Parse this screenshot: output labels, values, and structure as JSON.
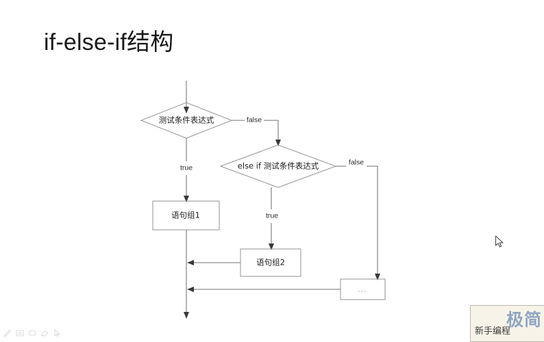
{
  "slide": {
    "title": "if-else-if结构",
    "background_color": "#ffffff"
  },
  "flowchart": {
    "start_arrow_label": "",
    "nodes": [
      {
        "id": "cond1",
        "type": "diamond",
        "label": "测试条件表达式"
      },
      {
        "id": "cond2",
        "type": "diamond",
        "label": "else if 测试条件表达式"
      },
      {
        "id": "stmt1",
        "type": "process",
        "label": "语句组1"
      },
      {
        "id": "stmt2",
        "type": "process",
        "label": "语句组2"
      },
      {
        "id": "more",
        "type": "process",
        "label": "..."
      }
    ],
    "edge_labels": {
      "cond1_false": "false",
      "cond1_true": "true",
      "cond2_false": "false",
      "cond2_true": "true"
    },
    "colors": {
      "shape_stroke": "#9a9a9a",
      "connector": "#8c8c8c",
      "arrowhead": "#3a3a3a",
      "text": "#1c1c1c"
    }
  },
  "watermark": {
    "logo": "极简",
    "subtitle": "新手编程",
    "background_color": "#f7f3e8",
    "logo_color": "#8fa6c4"
  },
  "ink_toolbar": {
    "tools": [
      {
        "name": "pen-icon"
      },
      {
        "name": "notes-icon"
      },
      {
        "name": "shape-icon"
      },
      {
        "name": "eraser-icon"
      },
      {
        "name": "pointer-icon"
      }
    ]
  }
}
